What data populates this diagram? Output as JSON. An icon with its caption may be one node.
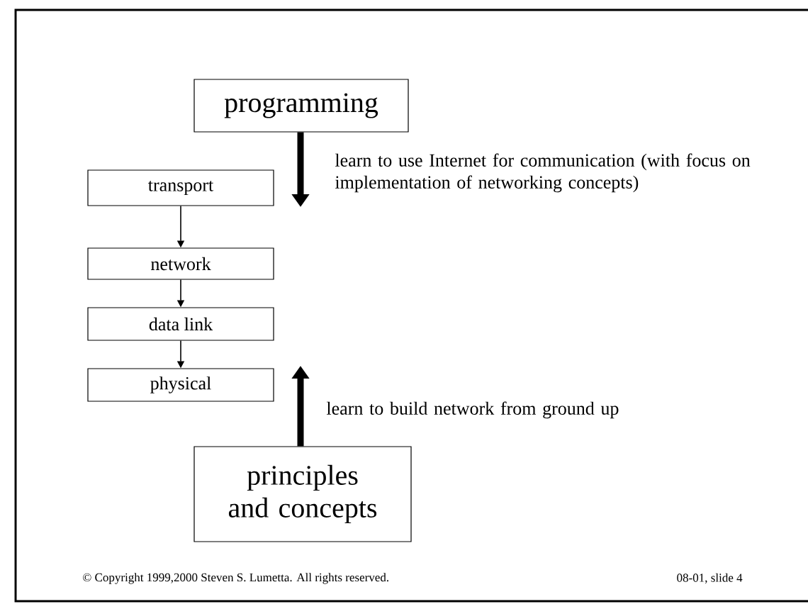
{
  "diagram": {
    "nodes": [
      {
        "text": [
          "programming"
        ]
      },
      {
        "text": [
          "transport"
        ]
      },
      {
        "text": [
          "network"
        ]
      },
      {
        "text": [
          "data link"
        ]
      },
      {
        "text": [
          "physical"
        ]
      },
      {
        "text": [
          "principles and concepts"
        ]
      }
    ],
    "edges": [
      {
        "from": 1,
        "to": 2,
        "arrow": "to"
      },
      {
        "from": 2,
        "to": 3,
        "arrow": "to"
      },
      {
        "from": 3,
        "to": 4,
        "arrow": "to"
      },
      {
        "from": 0,
        "to": null,
        "arrow": "to",
        "style": "thick",
        "label": "learn to use Internet for communication (with focus on implementation of networking concepts)"
      },
      {
        "from": 5,
        "to": null,
        "arrow": "to",
        "style": "thick",
        "label": "learn to build network from ground up"
      }
    ],
    "labels": [
      "© Copyright 1999,2000 Steven S. Lumetta.  All rights reserved.",
      "08-01, slide 4"
    ]
  }
}
